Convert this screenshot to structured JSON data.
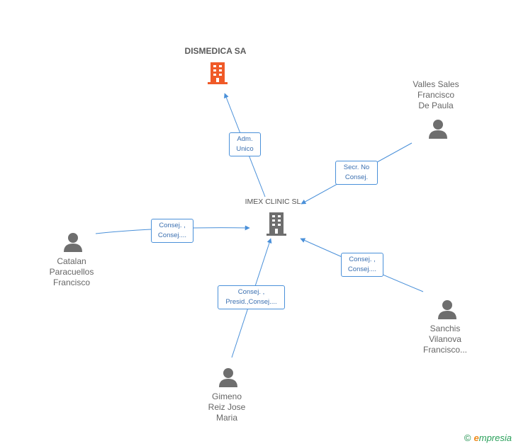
{
  "colors": {
    "edge": "#4a90d9",
    "person": "#6e6e6e",
    "company_main": "#f05a28",
    "company_hub": "#6e6e6e"
  },
  "companies": {
    "top": {
      "name": "DISMEDICA SA",
      "icon": "building-icon"
    },
    "hub": {
      "name": "IMEX CLINIC SL",
      "icon": "building-icon"
    }
  },
  "persons": {
    "valles": {
      "line1": "Valles Sales",
      "line2": "Francisco",
      "line3": "De Paula",
      "icon": "person-icon"
    },
    "catalan": {
      "line1": "Catalan",
      "line2": "Paracuellos",
      "line3": "Francisco",
      "icon": "person-icon"
    },
    "sanchis": {
      "line1": "Sanchis",
      "line2": "Vilanova",
      "line3": "Francisco...",
      "icon": "person-icon"
    },
    "gimeno": {
      "line1": "Gimeno",
      "line2": "Reiz Jose",
      "line3": "Maria",
      "icon": "person-icon"
    }
  },
  "edges": {
    "adm": {
      "line1": "Adm.",
      "line2": "Unico"
    },
    "secr": {
      "line1": "Secr.  No",
      "line2": "Consej."
    },
    "catalan": {
      "line1": "Consej. ,",
      "line2": "Consej...."
    },
    "sanchis": {
      "line1": "Consej. ,",
      "line2": "Consej...."
    },
    "gimeno": {
      "line1": "Consej. ,",
      "line2": "Presid.,Consej...."
    }
  },
  "footer": {
    "copyright": "©",
    "brand_first": "e",
    "brand_rest": "mpresia"
  }
}
